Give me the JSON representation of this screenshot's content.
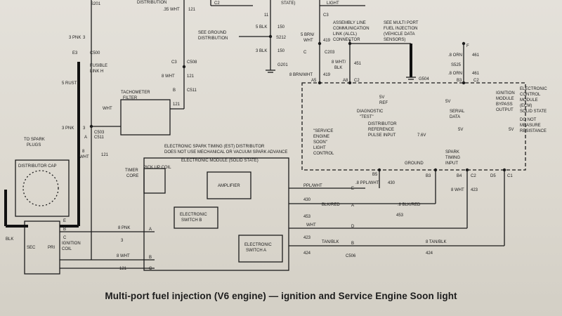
{
  "caption": "Multi-port fuel injection (V6 engine) — ignition and Service Engine Soon light",
  "colors": {
    "paper": "#e1ded7",
    "ink": "#1b1b1b",
    "harness": "#111111"
  },
  "labels": {
    "s201": "S201",
    "distribution_top": "DISTRIBUTION",
    "wht35": ".35 WHT",
    "n121a": "121",
    "c2_top": "C2",
    "state_top": "STATE)",
    "light_top": "LIGHT",
    "n11": "11",
    "c3_top": "C3",
    "pnk3": "3 PNK",
    "n3a": "3",
    "e3": "E3",
    "c500a": "C500",
    "fusible": "FUSIBLE",
    "link_h": "LINK H",
    "rust5": "5 RUST",
    "pnk3b": "3 PNK",
    "n3b": "3",
    "c503a": "C503",
    "c3": "C3",
    "c508": "C508",
    "wht8a": "8 WHT",
    "n121b": "121",
    "b_c511": "B",
    "c511a": "C511",
    "tach": "TACHOMETER",
    "filter": "FILTER",
    "wht_f": "WHT",
    "n121c": "121",
    "a_c511": "A",
    "c511b": "C511",
    "wht8b": "8",
    "wht8c": "WHT",
    "n121d": "121",
    "to_spark": "TO SPARK",
    "plugs": "PLUGS",
    "dist_cap": "DISTRIBUTOR CAP",
    "blk_left": "BLK",
    "ign_coil1": "IGNITION",
    "ign_coil2": "COIL",
    "sec": "SEC",
    "pri": "PRI",
    "see_ground1": "SEE GROUND",
    "see_ground2": "DISTRIBUTION",
    "blk5": "5 BLK",
    "n150a": "150",
    "s212": "S212",
    "blk3": "3 BLK",
    "n150b": "150",
    "g201": "G201",
    "brn_wht5": "5 BRN/",
    "wht_b": "WHT",
    "n419a": "419",
    "c203": "C203",
    "c203_letter": "C",
    "brn_wht8": "8 BRN/WHT",
    "n419b": "419",
    "a5": "A5",
    "aldl1": "ASSEMBLY LINE",
    "aldl2": "COMMUNICATION",
    "aldl3": "LINK (ALCL)",
    "aldl4": "CONNECTOR",
    "blk8": "8 WHT/",
    "blk8b": "BLK",
    "n451": "451",
    "a8": "A8",
    "c2a": "C2",
    "multiport1": "SEE MULTI PORT",
    "multiport2": "FUEL INJECTION",
    "multiport3": "(VEHICLE DATA",
    "multiport4": "SENSORS)",
    "orn8a": ".8 ORN",
    "n461a": "461",
    "s525": "S525",
    "orn8b": ".8 ORN",
    "n461b": "461",
    "b3r": "B3",
    "c2b": "C2",
    "g504": "G504",
    "e_lbl": "E",
    "f_lbl": "F",
    "ecm1": "ELECTRONIC",
    "ecm2": "CONTROL",
    "ecm3": "MODULE",
    "ecm4": "(ECM)",
    "ecm5": "SOLID STATE",
    "ecm6": "DO NOT",
    "ecm7": "MEASURE",
    "ecm8": "RESISTANCE",
    "v5a": "5V",
    "ref": "REF",
    "diag1": "DIAGNOSTIC",
    "diag2": "\"TEST\"",
    "ses1": "\"SERVICE",
    "ses2": "ENGINE",
    "ses3": "SOON\"",
    "ses4": "LIGHT",
    "ses5": "CONTROL",
    "dist_ref1": "DISTRIBUTOR",
    "dist_ref2": "REFERENCE",
    "dist_ref3": "PULSE INPUT",
    "v5b": "5V",
    "serial1": "SERIAL",
    "serial2": "DATA",
    "bypass1": "IGNITION",
    "bypass2": "MODULE",
    "bypass3": "BYPASS",
    "bypass4": "OUTPUT",
    "v5c": "5V",
    "v5d": "5V",
    "v76": "7.6V",
    "ground": "GROUND",
    "spark1": "SPARK",
    "spark2": "TIMING",
    "spark3": "INPUT",
    "est1": "ELECTRONIC SPARK TIMING (EST) DISTRIBUTOR",
    "est2": "DOES NOT USE MECHANICAL OR VACUUM SPARK ADVANCE",
    "emod": "ELECTRONIC MODULE (SOLID STATE)",
    "timer1": "TIMER",
    "timer2": "CORE",
    "pickup": "PICK UP COIL",
    "amp": "AMPLIFIER",
    "esw_b1": "ELECTRONIC",
    "esw_b2": "SWITCH B",
    "esw_a1": "ELECTRONIC",
    "esw_a2": "SWITCH A",
    "ppl_wht": "PPL/WHT",
    "n430a": "430",
    "blk_red": "BLK/RED",
    "n453a": "453",
    "wht_c": "WHT",
    "n423a": "423",
    "tan_blk": "TAN/BLK",
    "n424a": "424",
    "c_e": "E",
    "c_a": "A",
    "c_d": "D",
    "c_b": "B",
    "c506": "C506",
    "ppl_wht8": ".8 PPL/WHT",
    "n430b": "430",
    "blk_red8": ".8 BLK/RED",
    "n453b": "453",
    "wht8d": "8 WHT",
    "n423b": "423",
    "tan_blk8": "8 TAN/BLK",
    "n424b": "424",
    "b5": "B5",
    "b3": "B3",
    "b4": "B4",
    "c2c": "C2",
    "d5": "D5",
    "c1": "C1",
    "pnk8": "8 PNK",
    "n3c": "3",
    "wht8e": "8 WHT",
    "n121e": "121",
    "c_e2": "E",
    "c_b2": "B",
    "c_c": "C",
    "c_a2": "A",
    "c_b3": "B",
    "c_c2": "C"
  }
}
